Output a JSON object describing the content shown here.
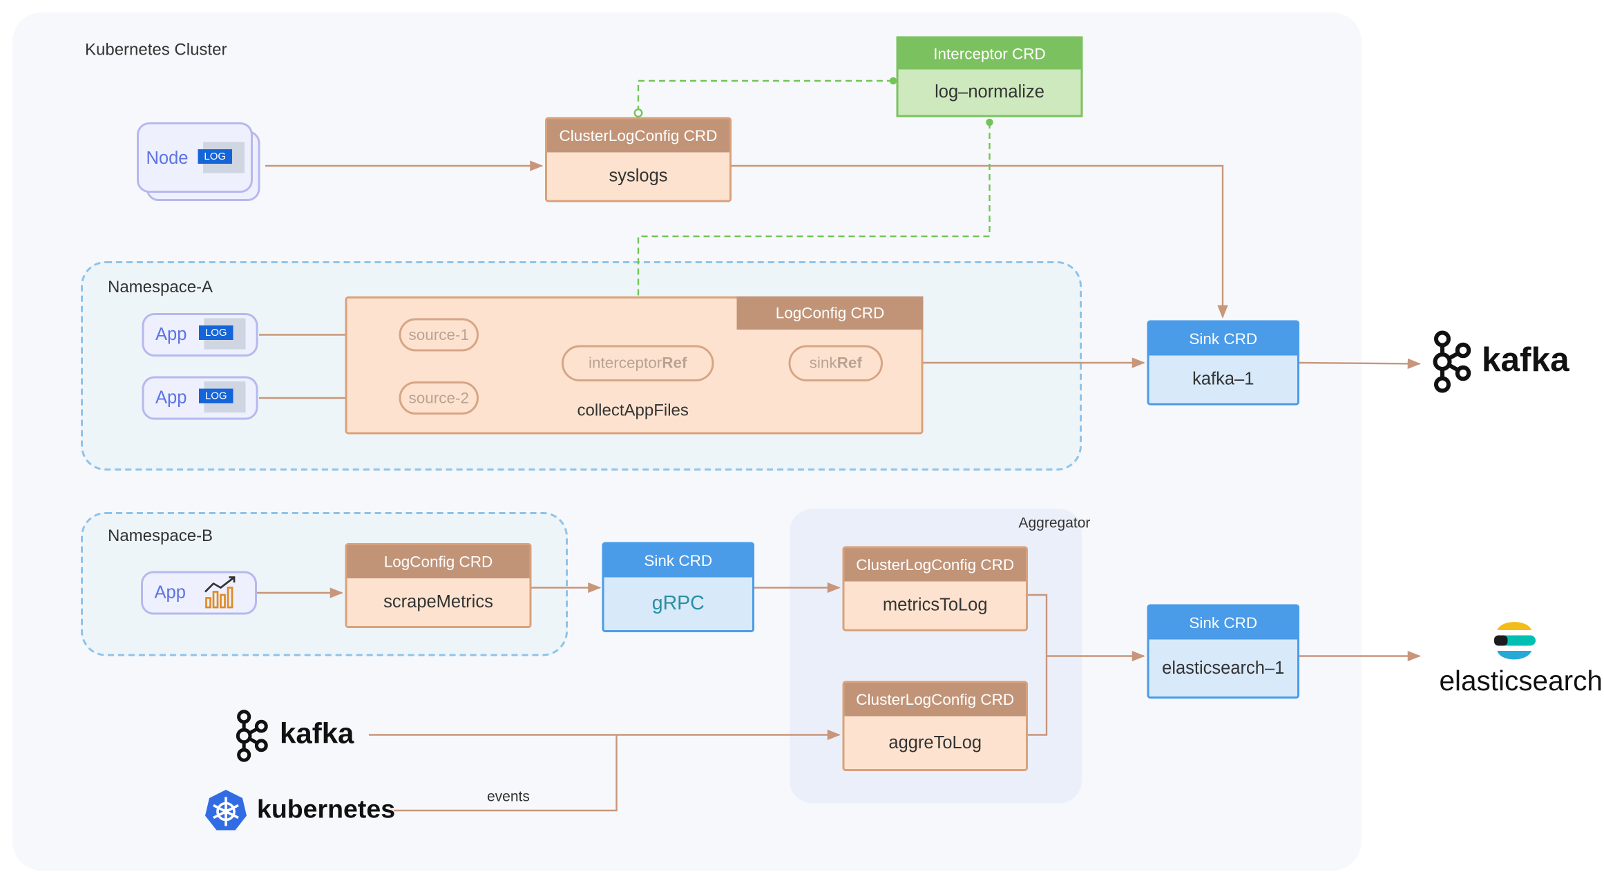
{
  "cluster": {
    "title": "Kubernetes Cluster"
  },
  "node": {
    "label": "Node",
    "tag": "LOG"
  },
  "cluster_log_config_top": {
    "header": "ClusterLogConfig CRD",
    "name": "syslogs"
  },
  "interceptor": {
    "header": "Interceptor CRD",
    "name": "log–normalize"
  },
  "namespace_a": {
    "title": "Namespace-A",
    "apps": [
      {
        "label": "App",
        "tag": "LOG"
      },
      {
        "label": "App",
        "tag": "LOG"
      }
    ],
    "log_config": {
      "header": "LogConfig CRD",
      "name": "collectAppFiles",
      "source_1": "source-1",
      "source_2": "source-2",
      "interceptor_ref_prefix": "interceptor",
      "interceptor_ref_suffix": "Ref",
      "sink_ref_prefix": "sink",
      "sink_ref_suffix": "Ref"
    }
  },
  "sink_kafka": {
    "header": "Sink CRD",
    "name": "kafka–1"
  },
  "namespace_b": {
    "title": "Namespace-B",
    "app": {
      "label": "App"
    },
    "log_config": {
      "header": "LogConfig CRD",
      "name": "scrapeMetrics"
    }
  },
  "sink_grpc": {
    "header": "Sink CRD",
    "name": "gRPC"
  },
  "aggregator": {
    "title": "Aggregator",
    "metrics": {
      "header": "ClusterLogConfig CRD",
      "name": "metricsToLog"
    },
    "aggre": {
      "header": "ClusterLogConfig CRD",
      "name": "aggreToLog"
    }
  },
  "sink_es": {
    "header": "Sink CRD",
    "name": "elasticsearch–1"
  },
  "external": {
    "kafka_right": "kafka",
    "elasticsearch": "elasticsearch",
    "kafka_left": "kafka",
    "kubernetes": "kubernetes",
    "events_label": "events"
  },
  "colors": {
    "flow": "#c8967a",
    "interceptor_link": "#73c457",
    "sink": "#4a9be8",
    "crd_header": "#c19478",
    "crd_body": "#fde3cf"
  }
}
